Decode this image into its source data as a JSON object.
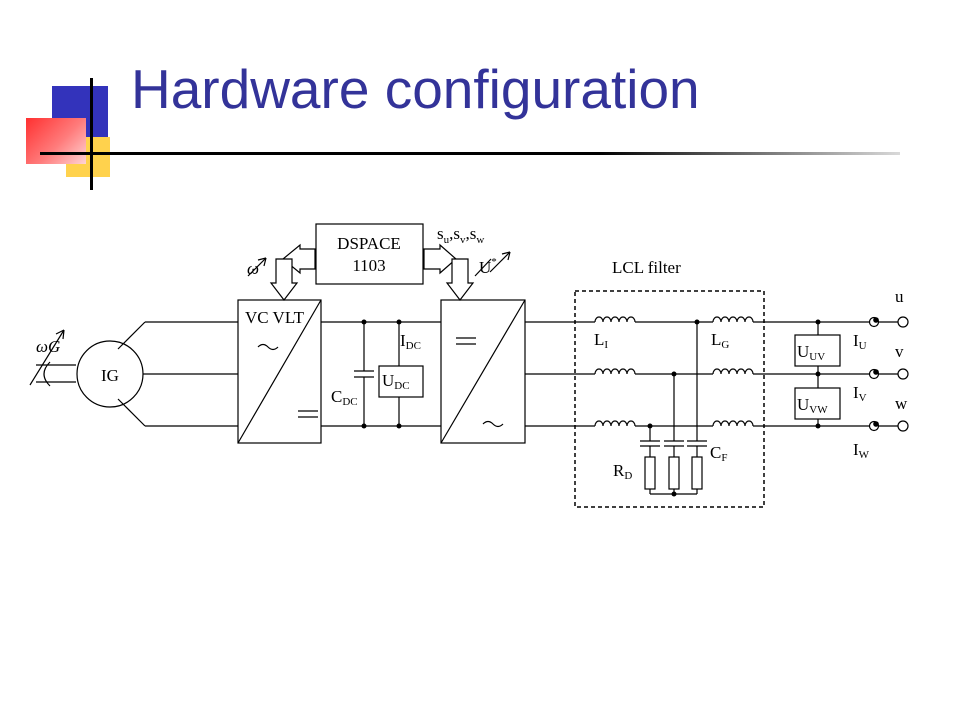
{
  "title": "Hardware configuration",
  "diagram": {
    "dspace": [
      "DSPACE",
      "1103"
    ],
    "omega": "ω",
    "switch_signals": {
      "s1": "s",
      "s1_sub": "u",
      "c1": ",",
      "s2": "s",
      "s2_sub": "v",
      "c2": ",",
      "s3": "s",
      "s3_sub": "w"
    },
    "u_ref": {
      "base": "U",
      "sup": "*"
    },
    "lcl_filter": "LCL filter",
    "generator": "IG",
    "omega_g": "ωG",
    "vc_vlt": "VC VLT",
    "tilde": "~",
    "equals": "=",
    "i_dc": {
      "base": "I",
      "sub": "DC"
    },
    "u_dc": {
      "base": "U",
      "sub": "DC"
    },
    "c_dc": {
      "base": "C",
      "sub": "DC"
    },
    "l_i": {
      "base": "L",
      "sub": "I"
    },
    "l_g": {
      "base": "L",
      "sub": "G"
    },
    "c_f": {
      "base": "C",
      "sub": "F"
    },
    "r_d": {
      "base": "R",
      "sub": "D"
    },
    "u_uv": {
      "base": "U",
      "sub": "UV"
    },
    "u_vw": {
      "base": "U",
      "sub": "VW"
    },
    "i_u": {
      "base": "I",
      "sub": "U"
    },
    "i_v": {
      "base": "I",
      "sub": "V"
    },
    "i_w": {
      "base": "I",
      "sub": "W"
    },
    "phase_u": "u",
    "phase_v": "v",
    "phase_w": "w"
  }
}
